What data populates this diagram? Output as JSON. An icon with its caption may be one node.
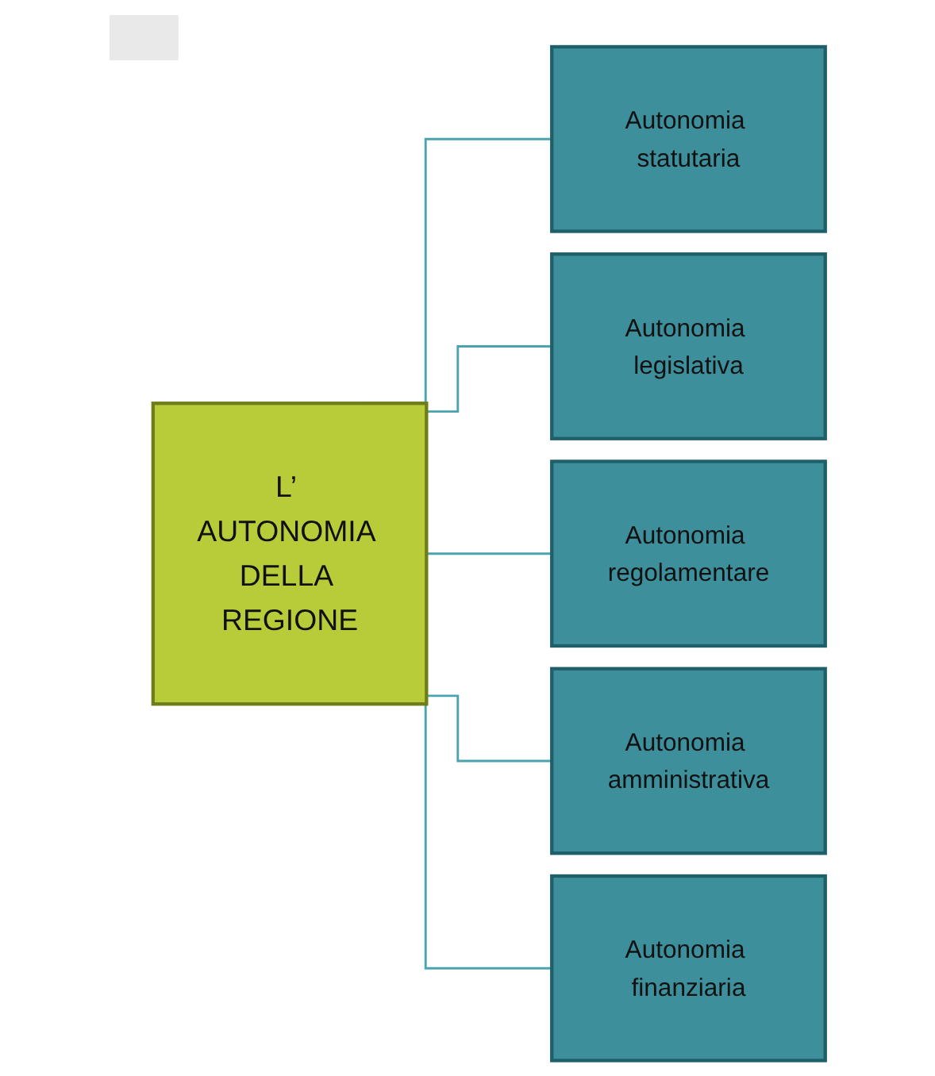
{
  "diagram": {
    "nodes": [
      {
        "text": [
          "L’ AUTONOMIA DELLA REGIONE"
        ]
      },
      {
        "text": [
          "Autonomia statutaria"
        ]
      },
      {
        "text": [
          "Autonomia legislativa"
        ]
      },
      {
        "text": [
          "Autonomia regolamentare"
        ]
      },
      {
        "text": [
          "Autonomia amministrativa"
        ]
      },
      {
        "text": [
          "Autonomia finanziaria"
        ]
      }
    ],
    "edges": [
      {
        "from": 0,
        "to": 1,
        "arrow": "none"
      },
      {
        "from": 0,
        "to": 2,
        "arrow": "none"
      },
      {
        "from": 0,
        "to": 3,
        "arrow": "none"
      },
      {
        "from": 0,
        "to": 4,
        "arrow": "none"
      },
      {
        "from": 0,
        "to": 5,
        "arrow": "none"
      }
    ]
  }
}
